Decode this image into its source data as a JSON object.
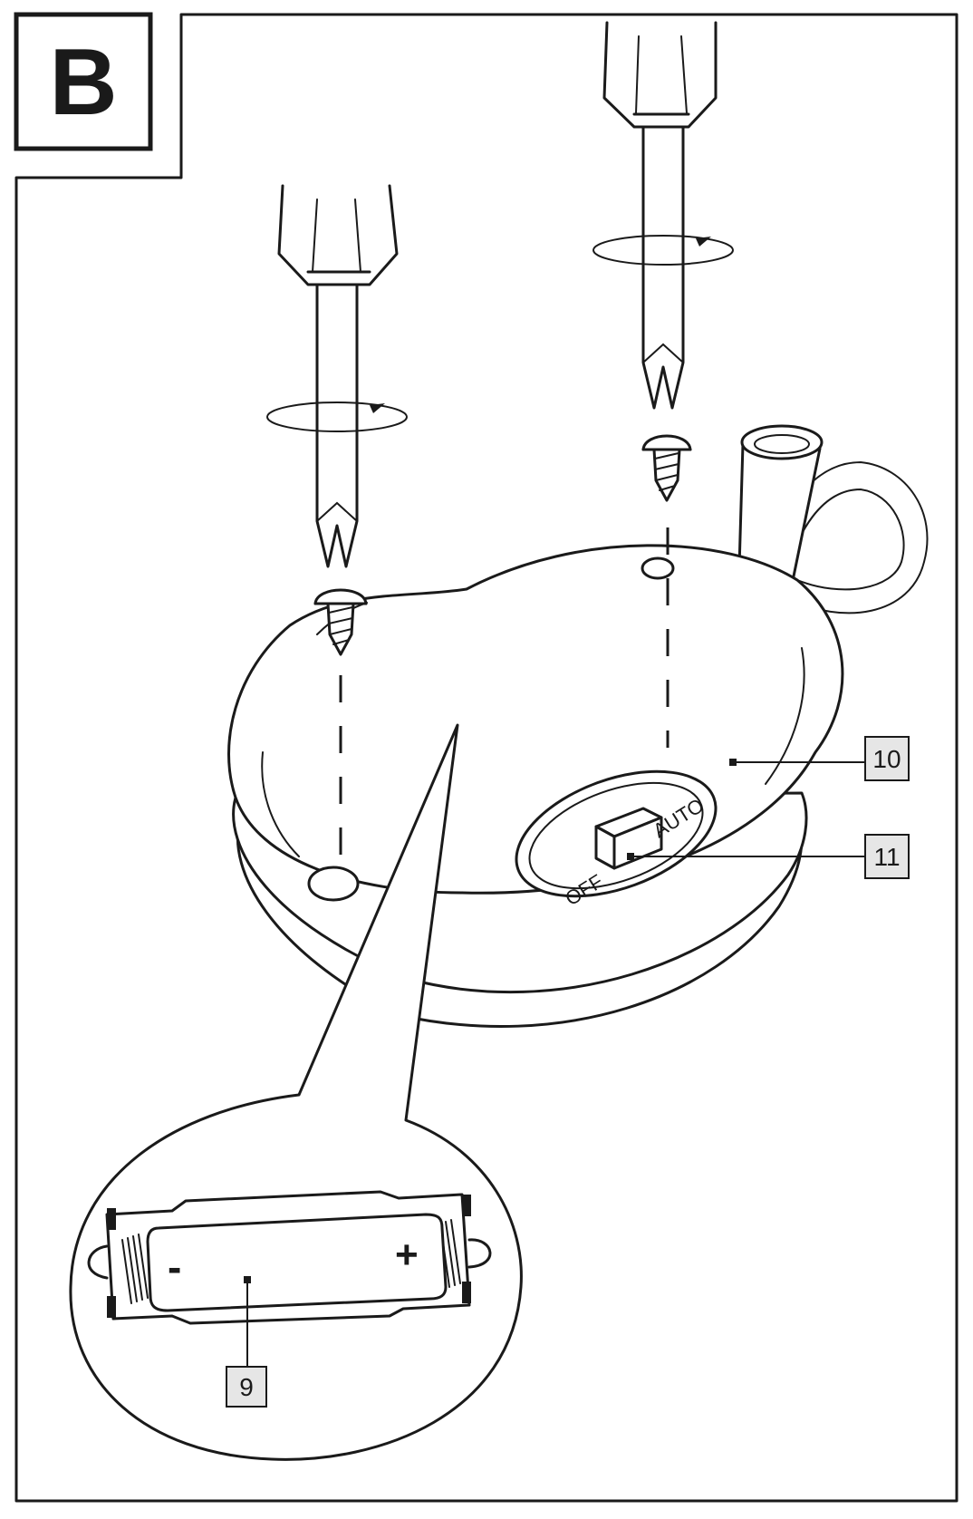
{
  "panel": {
    "letter": "B"
  },
  "switch": {
    "off_label": "OFF",
    "auto_label": "AUTO"
  },
  "battery": {
    "minus": "-",
    "plus": "+"
  },
  "callouts": [
    {
      "id": "battery",
      "number": "9"
    },
    {
      "id": "housing",
      "number": "10"
    },
    {
      "id": "switch",
      "number": "11"
    }
  ],
  "colors": {
    "line": "#1a1a1a",
    "callout_fill": "#e6e6e6",
    "background": "#ffffff"
  }
}
